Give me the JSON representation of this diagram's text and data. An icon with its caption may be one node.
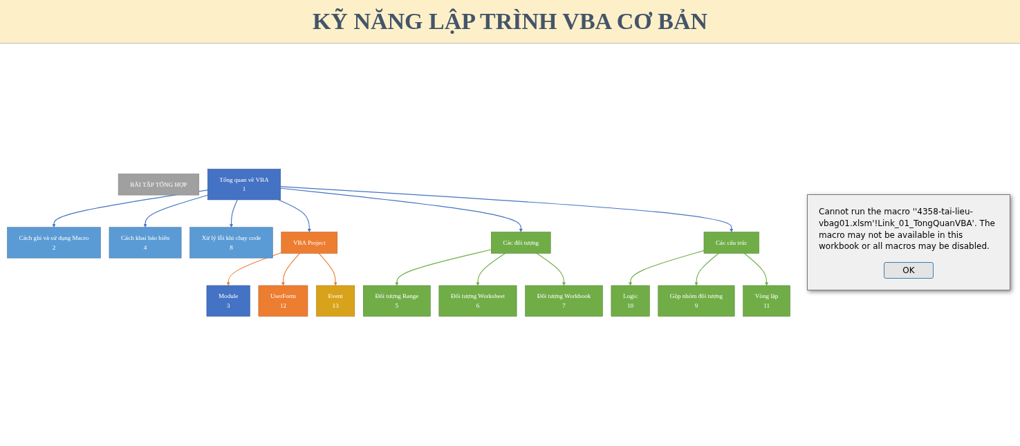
{
  "diagram": {
    "title": "KỸ NĂNG LẬP TRÌNH VBA CƠ BẢN",
    "nodes": [
      {
        "text": [
          "Tổng quan về VBA",
          "1"
        ]
      },
      {
        "text": [
          "VBA Project"
        ]
      },
      {
        "text": [
          "Module",
          "3"
        ]
      },
      {
        "text": [
          "UserForm",
          "12"
        ]
      },
      {
        "text": [
          "Event",
          "13"
        ]
      },
      {
        "text": [
          "Cách ghi và sử dụng Macro",
          "2"
        ]
      },
      {
        "text": [
          "Cách khai báo biến",
          "4"
        ]
      },
      {
        "text": [
          "Xử lý lỗi khi chạy code",
          "8"
        ]
      },
      {
        "text": [
          "Các đối tượng"
        ]
      },
      {
        "text": [
          "Đối tượng Range",
          "5"
        ]
      },
      {
        "text": [
          "Đối tượng Worksheet",
          "6"
        ]
      },
      {
        "text": [
          "Đối tượng Workbook",
          "7"
        ]
      },
      {
        "text": [
          "Các cấu trúc"
        ]
      },
      {
        "text": [
          "Logic",
          "10"
        ]
      },
      {
        "text": [
          "Gộp nhóm đối tượng",
          "9"
        ]
      },
      {
        "text": [
          "Vòng lặp",
          "11"
        ]
      },
      {
        "text": [
          "BÀI TẬP TỔNG HỢP"
        ]
      }
    ],
    "edges": [
      {
        "from": 0,
        "to": 1,
        "arrow": "to",
        "color": "#4472c4"
      },
      {
        "from": 1,
        "to": 2,
        "arrow": "to",
        "color": "#ed7d31"
      },
      {
        "from": 1,
        "to": 3,
        "arrow": "to",
        "color": "#ed7d31"
      },
      {
        "from": 1,
        "to": 4,
        "arrow": "to",
        "color": "#ed7d31"
      },
      {
        "from": 0,
        "to": 5,
        "arrow": "to",
        "color": "#4472c4"
      },
      {
        "from": 0,
        "to": 6,
        "arrow": "to",
        "color": "#4472c4"
      },
      {
        "from": 0,
        "to": 7,
        "arrow": "to",
        "color": "#4472c4"
      },
      {
        "from": 0,
        "to": 8,
        "arrow": "to",
        "color": "#4472c4"
      },
      {
        "from": 0,
        "to": 12,
        "arrow": "to",
        "color": "#4472c4"
      },
      {
        "from": 8,
        "to": 9,
        "arrow": "to",
        "color": "#70ad47"
      },
      {
        "from": 8,
        "to": 10,
        "arrow": "to",
        "color": "#70ad47"
      },
      {
        "from": 8,
        "to": 11,
        "arrow": "to",
        "color": "#70ad47"
      },
      {
        "from": 12,
        "to": 13,
        "arrow": "to",
        "color": "#70ad47"
      },
      {
        "from": 12,
        "to": 14,
        "arrow": "to",
        "color": "#70ad47"
      },
      {
        "from": 12,
        "to": 15,
        "arrow": "to",
        "color": "#70ad47"
      }
    ],
    "labels": [
      "Cannot run the macro ''4358-tai-lieu-vbag01.xlsm'!Link_01_TongQuanVBA'. The macro may not be available in this workbook or all macros may be disabled.",
      "OK"
    ]
  }
}
